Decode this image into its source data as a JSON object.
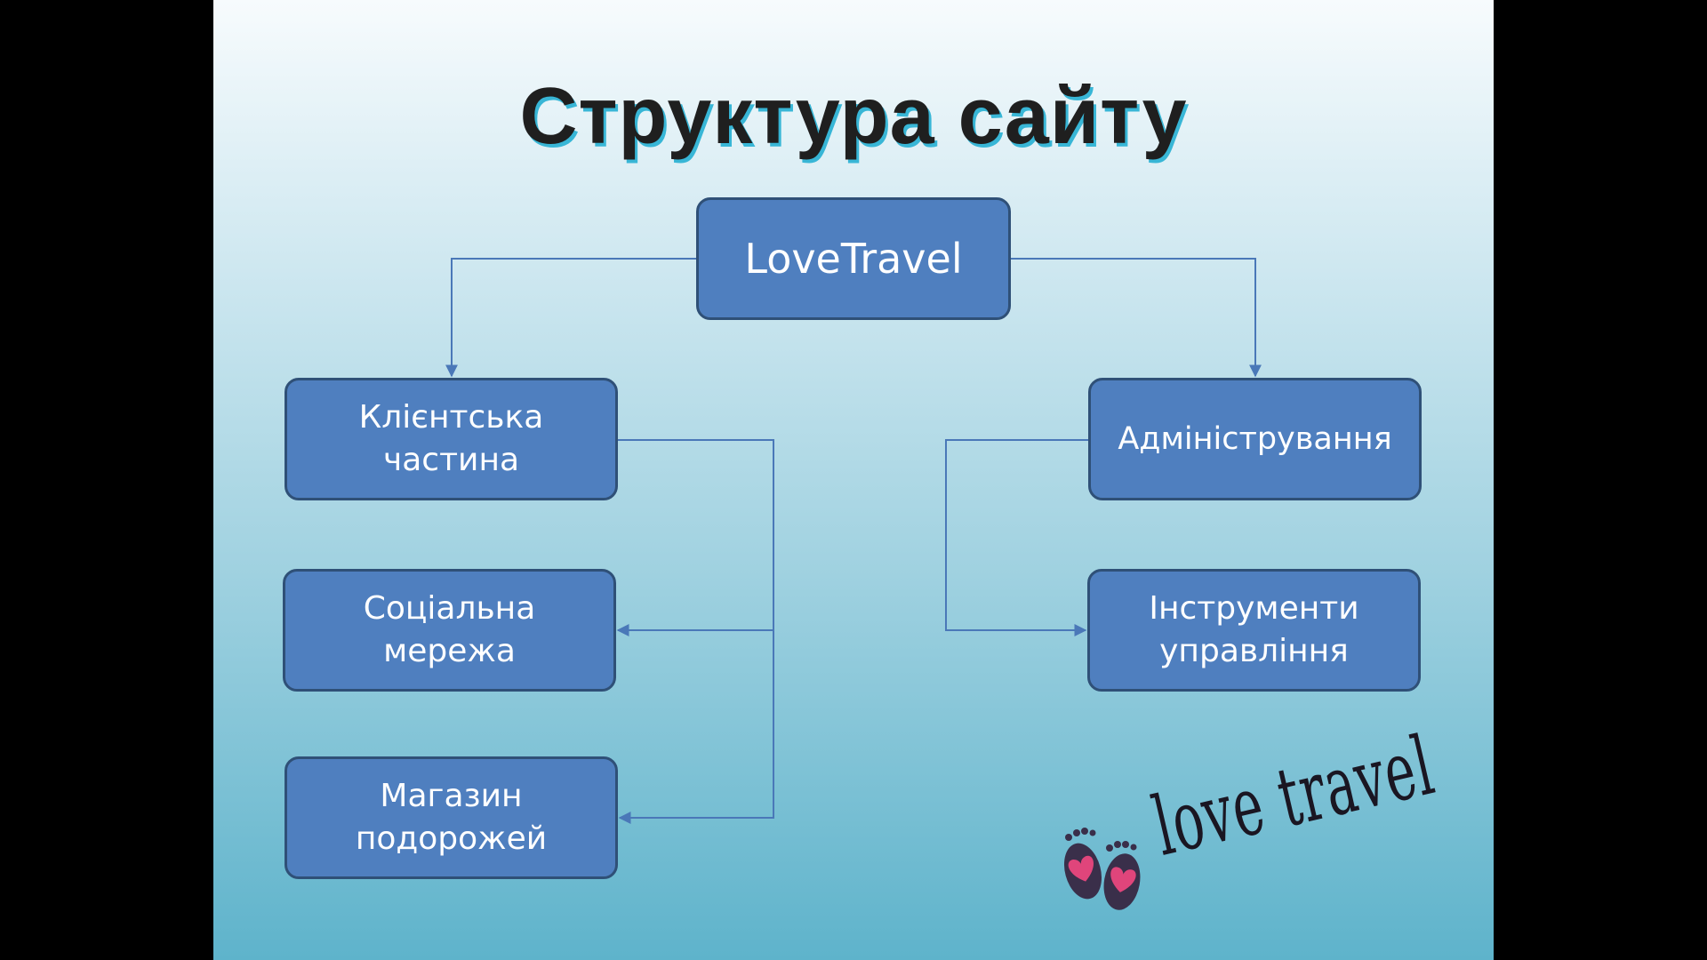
{
  "slide": {
    "title": "Структура сайту"
  },
  "diagram": {
    "root": "LoveTravel",
    "left_branch": "Клієнтська\nчастина",
    "left_children": [
      "Соціальна\nмережа",
      "Магазин\nподорожей"
    ],
    "right_branch": "Адміністрування",
    "right_children": [
      "Інструменти\nуправління"
    ]
  },
  "logo": {
    "text": "love travel",
    "icon": "baby-feet-hearts-icon"
  },
  "colors": {
    "node_fill": "#4f7fbf",
    "node_border": "#2f5077",
    "connector": "#4a78b8",
    "title_shadow": "#38b6d6",
    "heart": "#e0457b"
  }
}
